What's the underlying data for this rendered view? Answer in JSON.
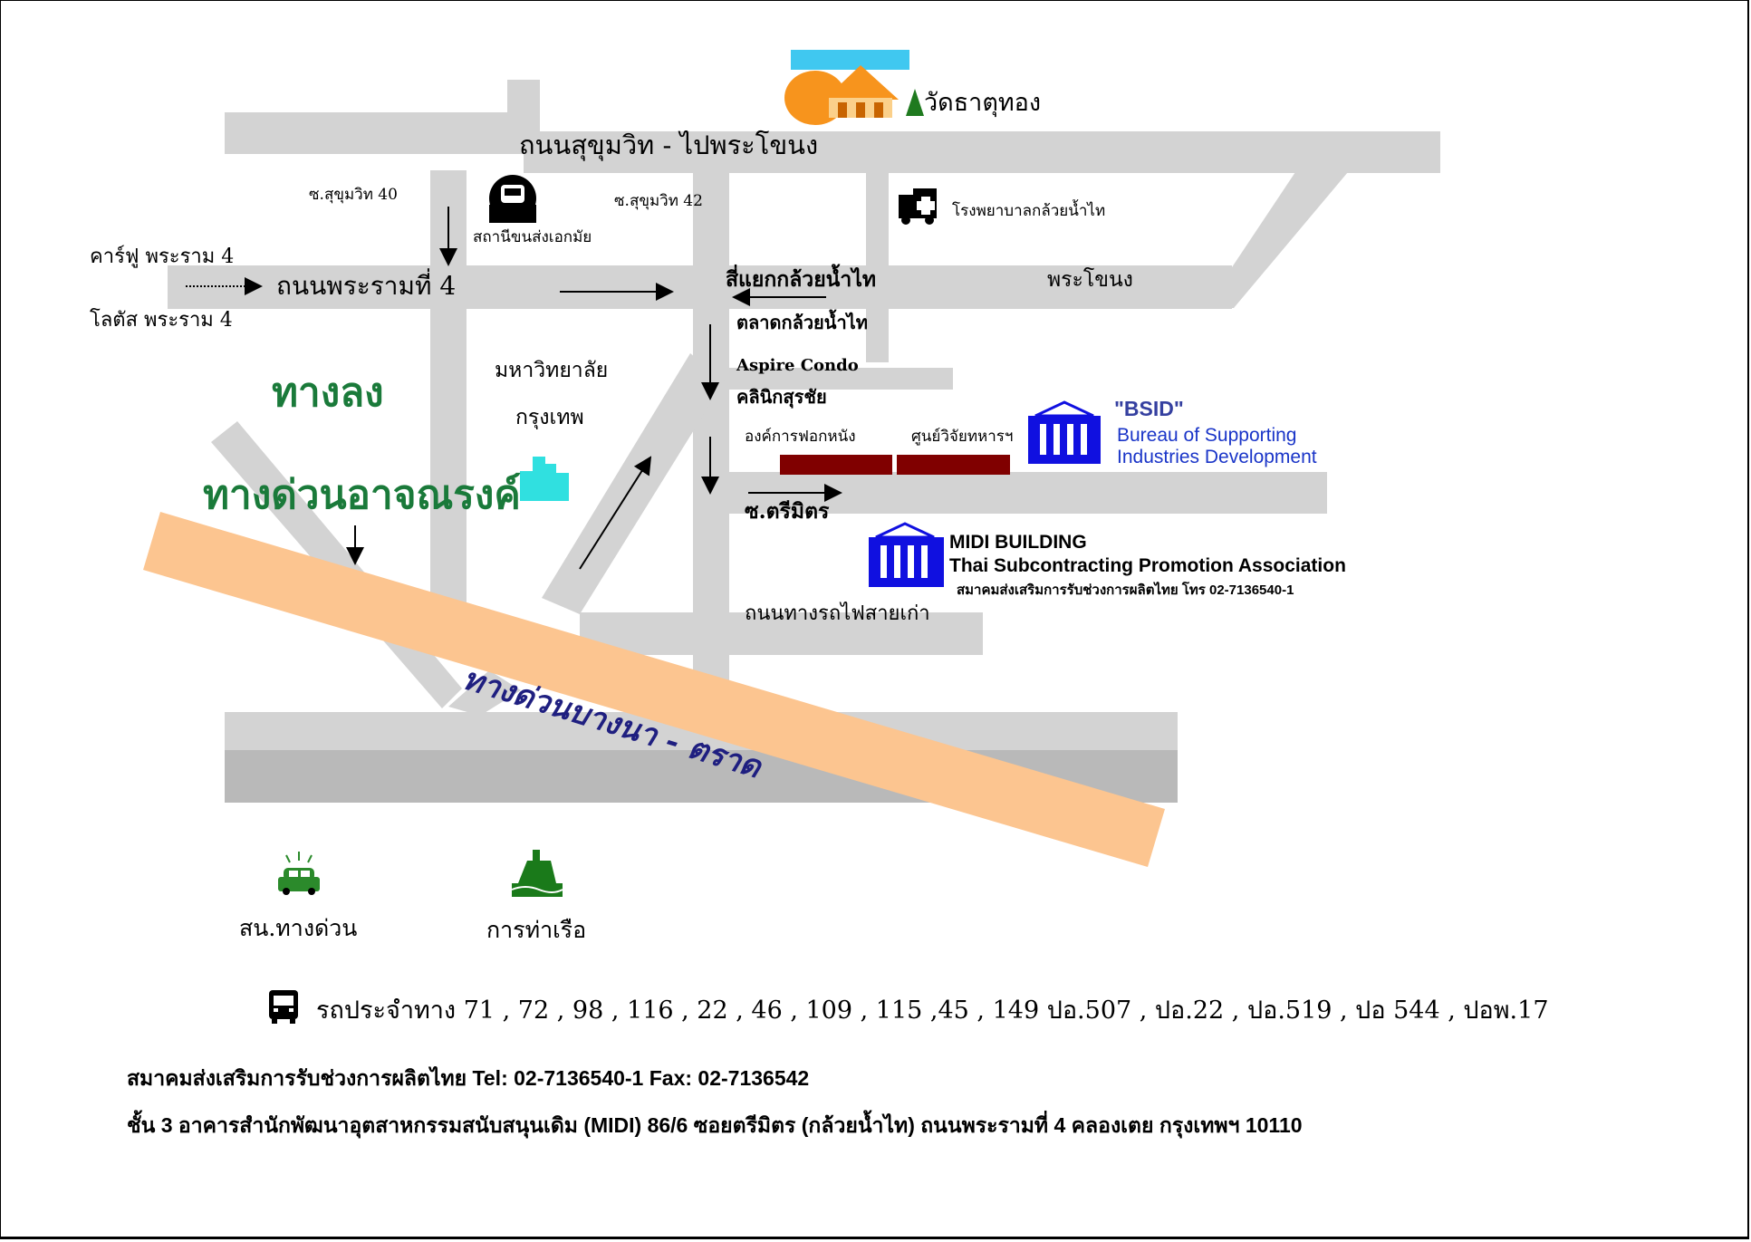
{
  "colors": {
    "road": "#d3d3d3",
    "road_dark": "#b9b9b9",
    "expressway": "#fcc590",
    "building_bar": "#800000",
    "blue_building": "#1010e0",
    "green_text": "#1a7a3a",
    "navy_text": "#1f1f80"
  },
  "roads": {
    "sukhumvit": "ถนนสุขุมวิท - ไปพระโขนง",
    "rama4": "ถนนพระรามที่ 4",
    "soi40": "ซ.สุขุมวิท 40",
    "soi42": "ซ.สุขุมวิท 42",
    "phrakhanong": "พระโขนง",
    "old_railway": "ถนนทางรถไฟสายเก่า",
    "soi_trimit": "ซ.ตรีมิตร"
  },
  "places": {
    "wat": "วัดธาตุทอง",
    "bus_station": "สถานีขนส่งเอกมัย",
    "hospital": "โรงพยาบาลกล้วยน้ำไท",
    "carrefour": "คาร์ฟู พระราม 4",
    "lotus": "โลตัส พระราม 4",
    "intersection": "สี่แยกกล้วยน้ำไท",
    "market": "ตลาดกล้วยน้ำไท",
    "aspire": "Aspire Condo",
    "clinic": "คลินิกสุรชัย",
    "university_1": "มหาวิทยาลัย",
    "university_2": "กรุงเทพ",
    "tannery": "องค์การฟอกหนัง",
    "research": "ศูนย์วิจัยทหารฯ",
    "exit_1": "ทางลง",
    "exit_2": "ทางด่วนอาจณรงค์",
    "expressway": "ทางด่วนบางนา - ตราด",
    "expressway_authority": "สน.ทางด่วน",
    "port": "การท่าเรือ"
  },
  "bsid": {
    "title": "\"BSID\"",
    "line1": "Bureau of Supporting",
    "line2": "Industries Development"
  },
  "midi": {
    "title": "MIDI BUILDING",
    "line1": "Thai Subcontracting Promotion Association",
    "line2": "สมาคมส่งเสริมการรับช่วงการผลิตไทย โทร 02-7136540-1"
  },
  "bus_routes": "รถประจำทาง  71 ,  72 , 98 , 116 , 22 , 46 , 109 , 115 ,45 , 149     ปอ.507 , ปอ.22 , ปอ.519 , ปอ 544 , ปอพ.17",
  "footer": {
    "line1": "สมาคมส่งเสริมการรับช่วงการผลิตไทย Tel: 02-7136540-1 Fax: 02-7136542",
    "line2": "ชั้น 3 อาคารสำนักพัฒนาอุตสาหกรรมสนับสนุนเดิม (MIDI)  86/6 ซอยตรีมิตร (กล้วยน้ำไท) ถนนพระรามที่ 4 คลองเตย กรุงเทพฯ 10110"
  },
  "icons": {
    "wat": "temple-icon",
    "bus_station": "bus-station-icon",
    "hospital": "ambulance-icon",
    "university": "city-buildings-icon",
    "building": "government-building-icon",
    "expressway_authority": "police-car-icon",
    "port": "ship-icon",
    "bus": "bus-icon"
  }
}
